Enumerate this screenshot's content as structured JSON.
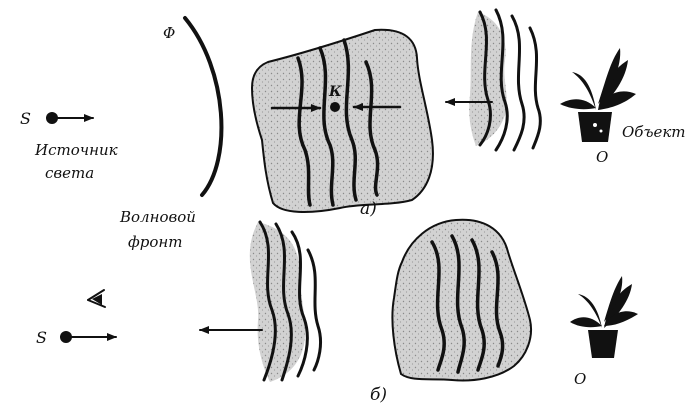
{
  "labels": {
    "source_top": "S",
    "source_caption_line1": "Источник",
    "source_caption_line2": "света",
    "phi": "Φ",
    "wavefront_line1": "Волновой",
    "wavefront_line2": "фронт",
    "k": "К",
    "part_a": "а)",
    "object_top_o": "О",
    "object_caption": "Объект",
    "source_bottom": "S",
    "object_bottom_o": "О",
    "part_b": "б)"
  },
  "icons": [
    "light-source-dot-icon",
    "arrow-right-icon",
    "arrow-left-icon",
    "eye-icon",
    "potted-plant-icon"
  ],
  "colors": {
    "ink": "#111111",
    "plate_fill": "#c9c9c9",
    "paper": "#ffffff"
  }
}
